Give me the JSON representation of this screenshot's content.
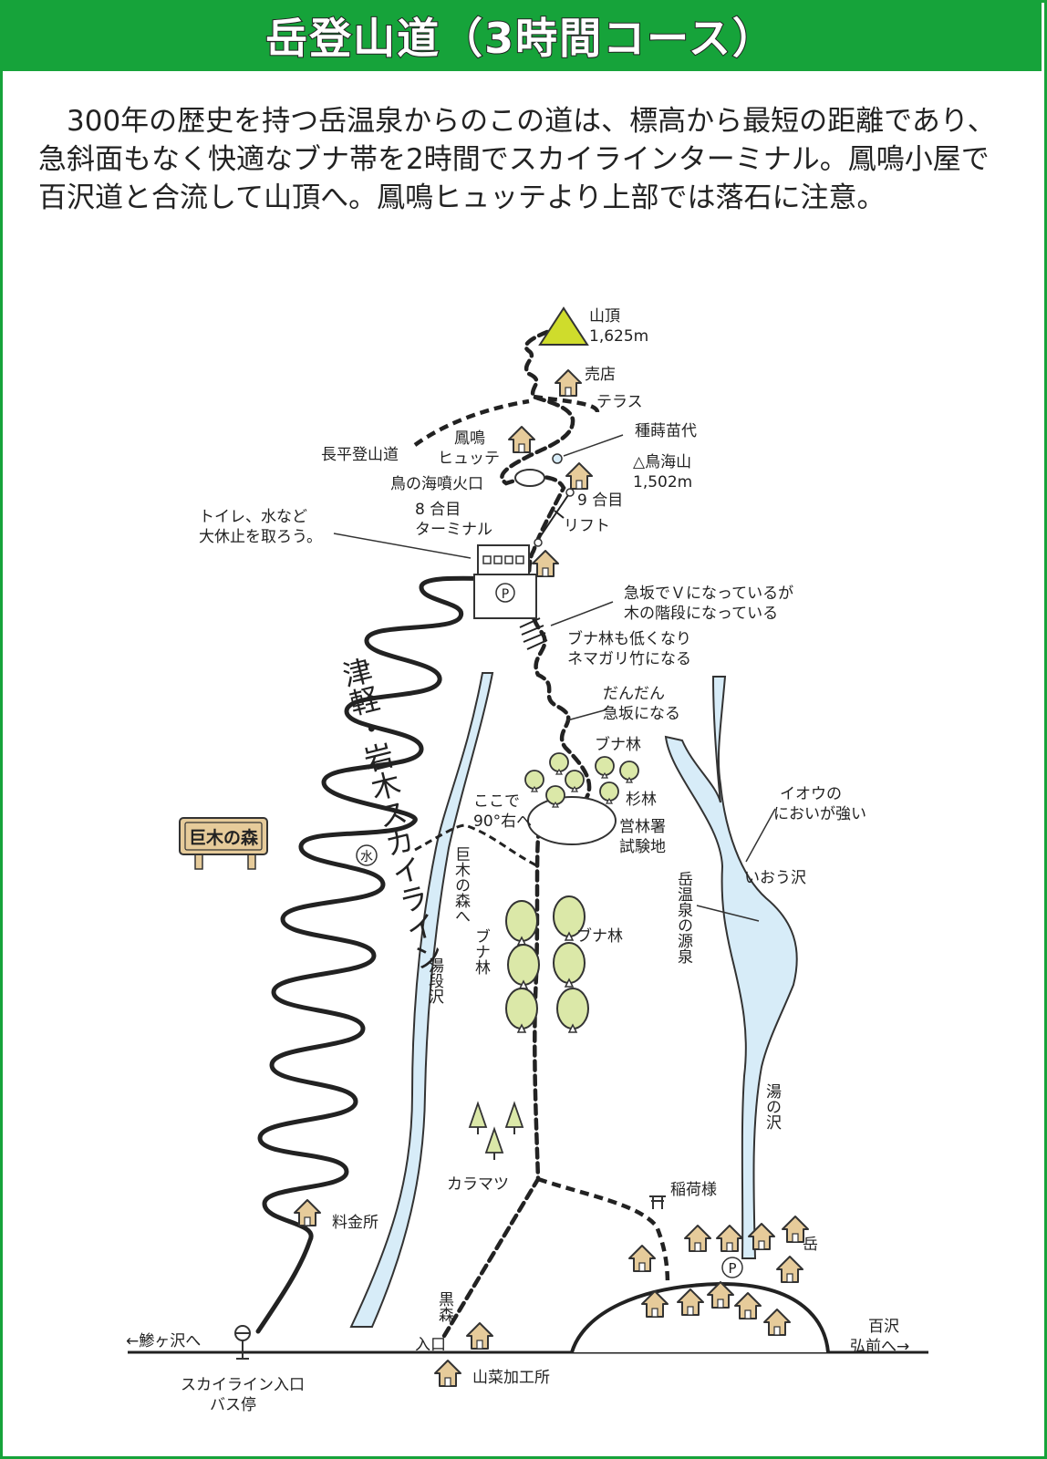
{
  "title": "岳登山道（3時間コース）",
  "intro": "300年の歴史を持つ岳温泉からのこの道は、標高から最短の距離であり、急斜面もなく快適なブナ帯を2時間でスカイラインターミナル。鳳鳴小屋で百沢道と合流して山頂へ。鳳鳴ヒュッテより上部では落石に注意。",
  "colors": {
    "accent": "#16a33a",
    "river": "#d7ecf8",
    "tree": "#dbe8a8",
    "summit": "#cfdc2c",
    "house": "#e6cb9a"
  },
  "labels": {
    "summit": [
      "山頂",
      "1,625m"
    ],
    "shop": "売店",
    "terrace": "テラス",
    "seed": "種蒔苗代",
    "nagahira": "長平登山道",
    "houmei": [
      "鳳鳴",
      "ヒュッテ"
    ],
    "chokai_yama": [
      "△鳥海山",
      "1,502m"
    ],
    "crater": "鳥の海噴火口",
    "ninth": "9 合目",
    "lift": "リフト",
    "eighth": [
      "8 合目",
      "ターミナル"
    ],
    "toilet": [
      "トイレ、水など",
      "大休止を取ろう。"
    ],
    "steep_v": [
      "急坂でＶになっているが",
      "木の階段になっている"
    ],
    "bamboo": [
      "ブナ林も低くなり",
      "ネマガリ竹になる"
    ],
    "gradual": [
      "だんだん",
      "急坂になる"
    ],
    "beech1": "ブナ林",
    "cedar": "杉林",
    "turn": [
      "ここで",
      "90°右へ"
    ],
    "forestry": [
      "営林署",
      "試験地"
    ],
    "iou_smell": [
      "イオウの",
      "においが強い"
    ],
    "ioizawa": "いおう沢",
    "source": "岳温泉の源泉",
    "kyoboku_road": "巨木の森へ",
    "sign": "巨木の森",
    "water": "水",
    "beech2": "ブナ林",
    "beech3": "ブナ林",
    "yudanzawa": "湯段沢",
    "skyline": "津軽・岩木スカイライン",
    "yunosawa": "湯の沢",
    "karamatsu": "カラマツ",
    "inari": "稲荷様",
    "toll": "料金所",
    "dake": "岳",
    "kuromori": "黒森",
    "entrance": "入口",
    "ajigasawa": "←鯵ヶ沢へ",
    "hyakuzawa": [
      "百沢",
      "弘前へ→"
    ],
    "bus": [
      "スカイライン入口",
      "バス停"
    ],
    "sansai": "山菜加工所",
    "parking": "P"
  }
}
